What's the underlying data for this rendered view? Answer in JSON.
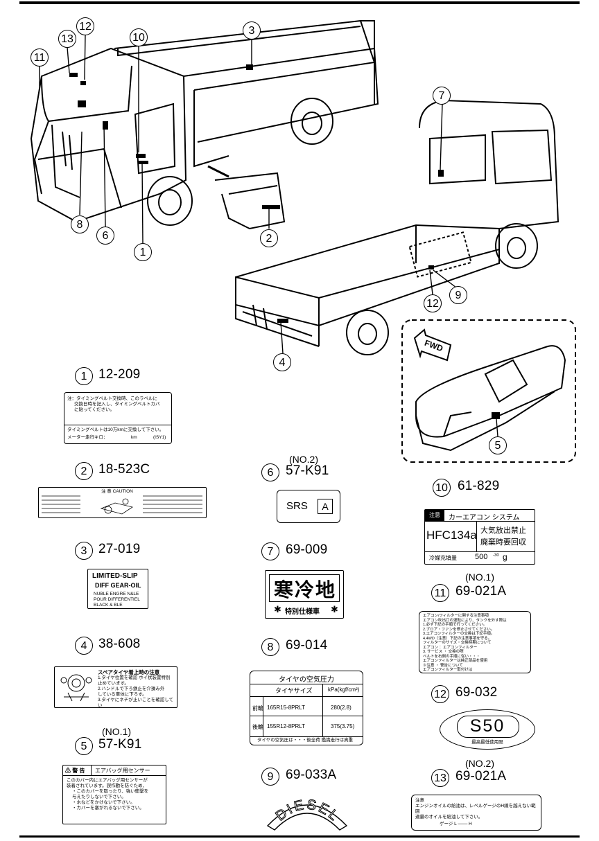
{
  "callouts": {
    "c1": "1",
    "c2": "2",
    "c3": "3",
    "c4": "4",
    "c5": "5",
    "c6": "6",
    "c7": "7",
    "c8": "8",
    "c9": "9",
    "c10": "10",
    "c11": "11",
    "c12": "12",
    "c13": "13",
    "c12b": "12"
  },
  "parts": [
    {
      "num": "1",
      "code": "12-209",
      "note": ""
    },
    {
      "num": "2",
      "code": "18-523C",
      "note": ""
    },
    {
      "num": "3",
      "code": "27-019",
      "note": ""
    },
    {
      "num": "4",
      "code": "38-608",
      "note": ""
    },
    {
      "num": "5",
      "code": "57-K91",
      "note": "(NO.1)"
    },
    {
      "num": "6",
      "code": "57-K91",
      "note": "(NO.2)"
    },
    {
      "num": "7",
      "code": "69-009",
      "note": ""
    },
    {
      "num": "8",
      "code": "69-014",
      "note": ""
    },
    {
      "num": "9",
      "code": "69-033A",
      "note": ""
    },
    {
      "num": "10",
      "code": "61-829",
      "note": ""
    },
    {
      "num": "11",
      "code": "69-021A",
      "note": "(NO.1)"
    },
    {
      "num": "12",
      "code": "69-032",
      "note": ""
    },
    {
      "num": "13",
      "code": "69-021A",
      "note": "(NO.2)"
    }
  ],
  "labels": {
    "l1": {
      "line1": "注：タイミングベルト交換時、このラベルに",
      "line2": "交換日時を記入し、タイミングベルトカバ",
      "line3": "に貼ってください。",
      "line4": "タイミングベルトは10万kmに交換して下さい。",
      "line5": "メーター走行キロ：",
      "unit": "km",
      "code": "(ISY1)"
    },
    "l2": {
      "title": "注 意 CAUTION"
    },
    "l3": {
      "line1": "LIMITED-SLIP",
      "line2": "DIFF GEAR-OIL",
      "line3": "NUBLE ENGRE N&LE",
      "line4": "POUR DIFFERENTIEL",
      "line5": "BLACK & BLE"
    },
    "l4": {
      "title": "スペアタイヤ着上時の注意",
      "line1": "1.タイヤ位置を確認 ホイ状装置特別",
      "line2": "  止めています。",
      "line3": "2.ハンドルで下ろ鉄止を介操み外",
      "line4": "  している車体に下ろす。",
      "line5": "3.タイヤにネチが止いことを確認してい"
    },
    "l5": {
      "warn": "⚠ 警 告",
      "title": "エアバッグ用センサー",
      "line1": "このカバー内にエアバッグ用センサーが",
      "line2": "装着されています。誤作動を防ぐため、",
      "line3": "・このカバーを取ったり、強い衝撃を",
      "line4": "  与えたりしないで下さい。",
      "line5": "・水などをかけないで下さい。",
      "line6": "・カバーを塞がれるないで下さい。"
    },
    "l6": {
      "text": "SRS",
      "box": "A"
    },
    "l7": {
      "main": "寒冷地",
      "sub": "特別仕様車",
      "star": "✱"
    },
    "l8": {
      "title": "タイヤの空気圧力",
      "col1": "タイヤサイズ",
      "col2": "kPa(kgf/cm²)",
      "r1a": "前輪",
      "r1b": "165R15-8PRLT",
      "r1c": "280(2.8)",
      "r2a": "後輪",
      "r2b": "155R12-8PRLT",
      "r2c": "375(3.75)",
      "foot": "タイヤの空気圧は・・・後全荷 鑑識走行は真重"
    },
    "l9": {
      "text": "DIESEL"
    },
    "l10": {
      "badge": "注意",
      "title": "カーエアコン システム",
      "refrigerant": "HFC134a",
      "jp1": "大気放出禁止",
      "jp2": "廃棄時要回収",
      "fill": "冷媒充填量",
      "amount": "500",
      "tol": "-30",
      "unit": "g"
    },
    "l11": {
      "lines": [
        "エアコン/フィルターに関する注意事項",
        "エアコン吹出口の運転により、タンクを外す際は",
        "1.必ず下記の手順で行ってください。",
        "2.ブロア・ファンを停止させてください。",
        "3.エアコンフィルターの交換は下記手順。",
        "4.4WD（注意）下記の注意事項を守る。",
        "フィルターのサイズ・交換時期について",
        "エアコン ：エアコンフィルター",
        "3. サービス ・ 交換の際",
        "ベルトを右側の手順に従い・・・",
        "エアコンフィルターは純正部品を使用",
        "※注意 ・ 警告について",
        "エアコンフィルター取付けは"
      ]
    },
    "l12": {
      "main": "S50",
      "sub": "最高最低使用限"
    },
    "l13": {
      "title": "注意",
      "line1": "エンジンオイルの給油は、レベルゲージのH線を越えない範囲",
      "line2": "適量のオイルを給油して下さい。",
      "line3": "ゲージ L ─── H"
    }
  },
  "inset": {
    "fwd": "FWD"
  }
}
